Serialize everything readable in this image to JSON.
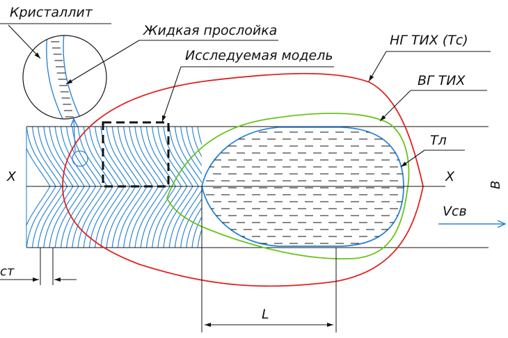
{
  "labels": {
    "crystallite": "Кристаллит",
    "liquid_interlayer": "Жидкая прослойка",
    "studied_model": "Исследуемая модель",
    "ng_tih": "НГ ТИХ (Тс)",
    "vg_tih": "ВГ ТИХ",
    "tl": "Тл",
    "axis_left": "X",
    "axis_right": "X",
    "speed": "Vсв",
    "length": "L",
    "width_left": "ст",
    "side_mark": "В"
  },
  "colors": {
    "outline": "#e02020",
    "green_contour": "#66c41a",
    "blue": "#2b84d4",
    "dark": "#111111"
  }
}
